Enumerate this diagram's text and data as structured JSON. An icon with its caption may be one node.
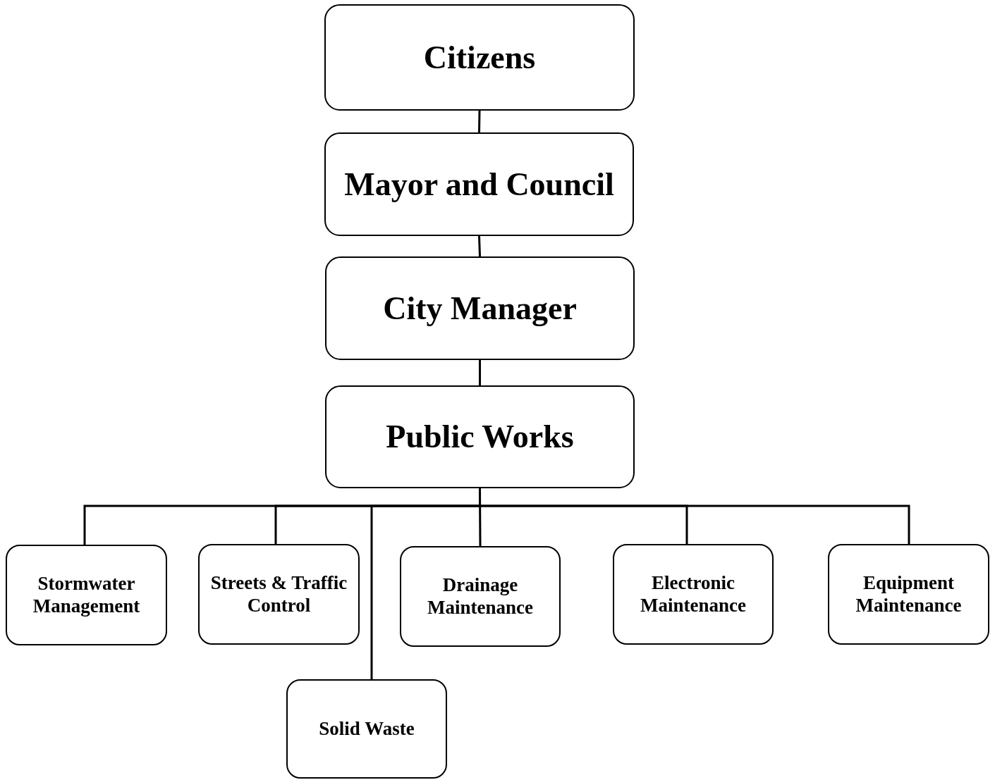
{
  "diagram": {
    "nodes": [
      {
        "text": [
          "Citizens"
        ]
      },
      {
        "text": [
          "Mayor and Council"
        ]
      },
      {
        "text": [
          "City Manager"
        ]
      },
      {
        "text": [
          "Public Works"
        ]
      },
      {
        "text": [
          "Stormwater Management"
        ]
      },
      {
        "text": [
          "Streets & Traffic Control"
        ]
      },
      {
        "text": [
          "Solid Waste"
        ]
      },
      {
        "text": [
          "Drainage Maintenance"
        ]
      },
      {
        "text": [
          "Electronic Maintenance"
        ]
      },
      {
        "text": [
          "Equipment Maintenance"
        ]
      }
    ],
    "edges": [
      {
        "from": 0,
        "to": 1,
        "arrow": "none"
      },
      {
        "from": 1,
        "to": 2,
        "arrow": "none"
      },
      {
        "from": 2,
        "to": 3,
        "arrow": "none"
      },
      {
        "from": 3,
        "to": 4,
        "arrow": "none"
      },
      {
        "from": 3,
        "to": 5,
        "arrow": "none"
      },
      {
        "from": 3,
        "to": 6,
        "arrow": "none"
      },
      {
        "from": 3,
        "to": 7,
        "arrow": "none"
      },
      {
        "from": 3,
        "to": 8,
        "arrow": "none"
      },
      {
        "from": 3,
        "to": 9,
        "arrow": "none"
      }
    ]
  }
}
